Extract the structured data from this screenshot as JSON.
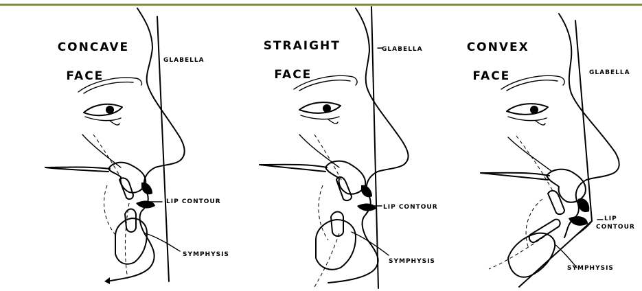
{
  "panels": [
    {
      "id": "concave",
      "title_line1": "CONCAVE",
      "title_line2": "FACE",
      "labels": {
        "glabella": "GLABELLA",
        "lip": "LIP CONTOUR",
        "symphysis": "SYMPHYSIS"
      }
    },
    {
      "id": "straight",
      "title_line1": "STRAIGHT",
      "title_line2": "FACE",
      "labels": {
        "glabella": "GLABELLA",
        "lip": "LIP CONTOUR",
        "symphysis": "SYMPHYSIS"
      }
    },
    {
      "id": "convex",
      "title_line1": "CONVEX",
      "title_line2": "FACE",
      "labels": {
        "glabella": "GLABELLA",
        "lip_line1": "LIP",
        "lip_line2": "CONTOUR",
        "symphysis": "SYMPHYSIS"
      }
    }
  ],
  "colors": {
    "top_rule": "#7a8a3a",
    "ink": "#000000",
    "background": "#ffffff"
  }
}
